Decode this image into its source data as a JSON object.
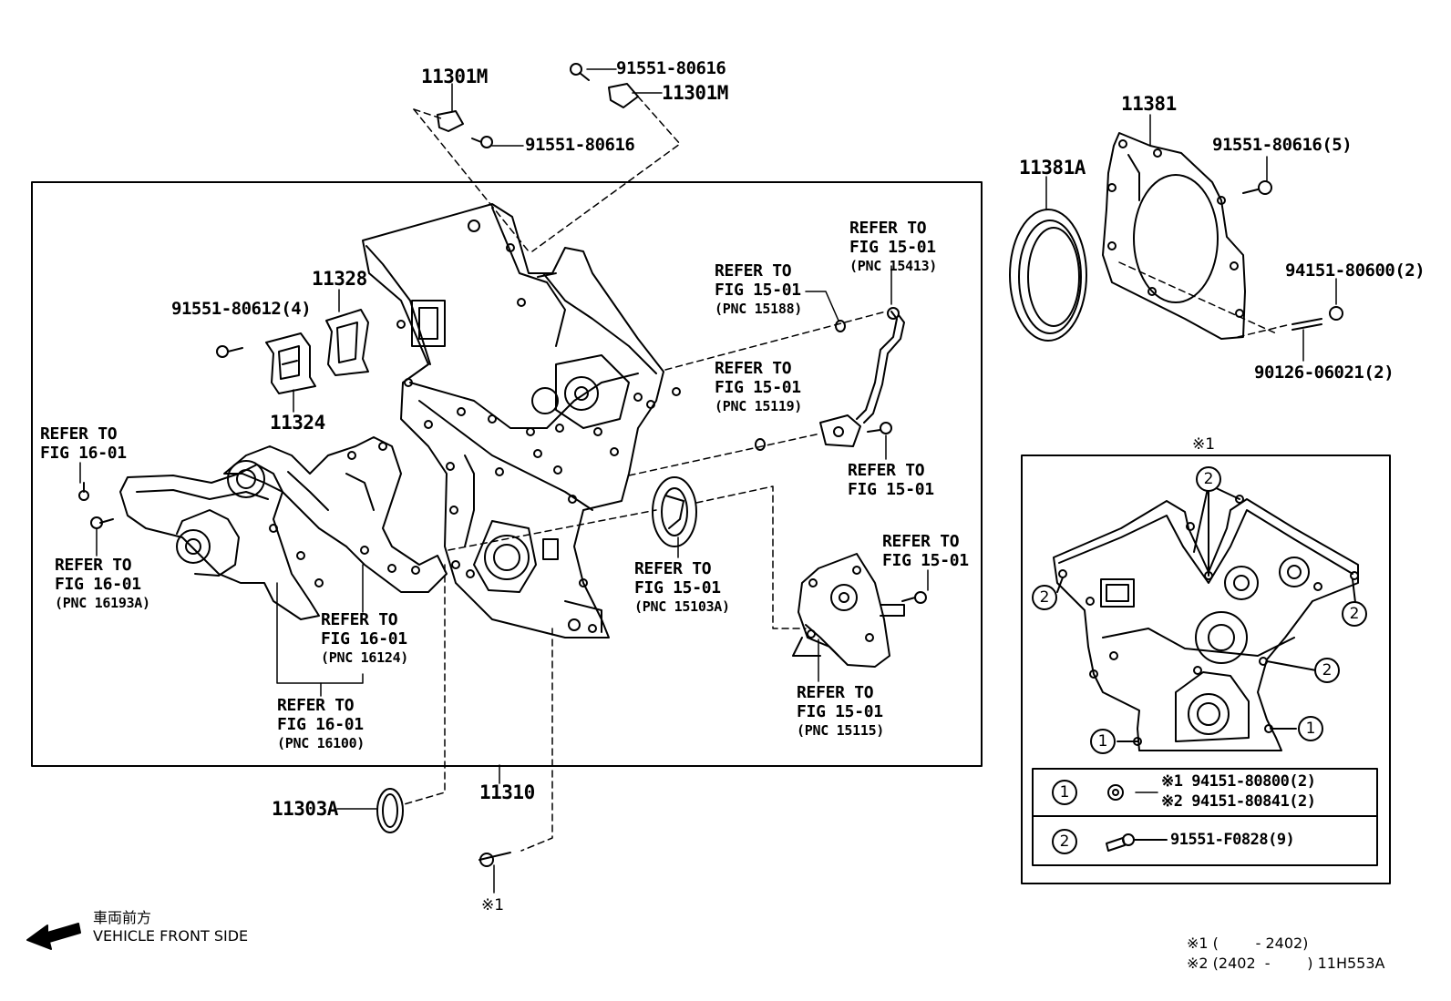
{
  "labels": {
    "p11301M_left": "11301M",
    "p11301M_right": "11301M",
    "p91551_80616_top": "91551-80616",
    "p91551_80616_mid": "91551-80616",
    "p11381": "11381",
    "p11381A": "11381A",
    "p91551_80616_5": "91551-80616(5)",
    "p94151_80600_2": "94151-80600(2)",
    "p90126_06021_2": "90126-06021(2)",
    "p11328": "11328",
    "p91551_80612_4": "91551-80612(4)",
    "p11324": "11324",
    "p11303A": "11303A",
    "p11310": "11310"
  },
  "refs": {
    "r15413": {
      "l1": "REFER TO",
      "l2": "FIG 15-01",
      "pnc": "(PNC 15413)"
    },
    "r15188": {
      "l1": "REFER TO",
      "l2": "FIG 15-01",
      "pnc": "(PNC 15188)"
    },
    "r15119": {
      "l1": "REFER TO",
      "l2": "FIG 15-01",
      "pnc": "(PNC 15119)"
    },
    "r1501a": {
      "l1": "REFER TO",
      "l2": "FIG 15-01"
    },
    "r1501b": {
      "l1": "REFER TO",
      "l2": "FIG 15-01"
    },
    "r15103A": {
      "l1": "REFER TO",
      "l2": "FIG 15-01",
      "pnc": "(PNC 15103A)"
    },
    "r15115": {
      "l1": "REFER TO",
      "l2": "FIG 15-01",
      "pnc": "(PNC 15115)"
    },
    "r1601a": {
      "l1": "REFER TO",
      "l2": "FIG 16-01"
    },
    "r16193A": {
      "l1": "REFER TO",
      "l2": "FIG 16-01",
      "pnc": "(PNC 16193A)"
    },
    "r16124": {
      "l1": "REFER TO",
      "l2": "FIG 16-01",
      "pnc": "(PNC 16124)"
    },
    "r16100": {
      "l1": "REFER TO",
      "l2": "FIG 16-01",
      "pnc": "(PNC 16100)"
    }
  },
  "inset": {
    "title": "※1",
    "callout1": "1",
    "callout2": "2",
    "legend": {
      "row1_num": "1",
      "row1_a": "※1 94151-80800(2)",
      "row1_b": "※2 94151-80841(2)",
      "row2_num": "2",
      "row2_a": "91551-F0828(9)"
    }
  },
  "bolt_note": "※1",
  "direction": {
    "jp": "車両前方",
    "en": "VEHICLE FRONT SIDE"
  },
  "footnotes": {
    "f1": "※1 (        - 2402)",
    "f2": "※2 (2402  -        ) 11H553A"
  }
}
